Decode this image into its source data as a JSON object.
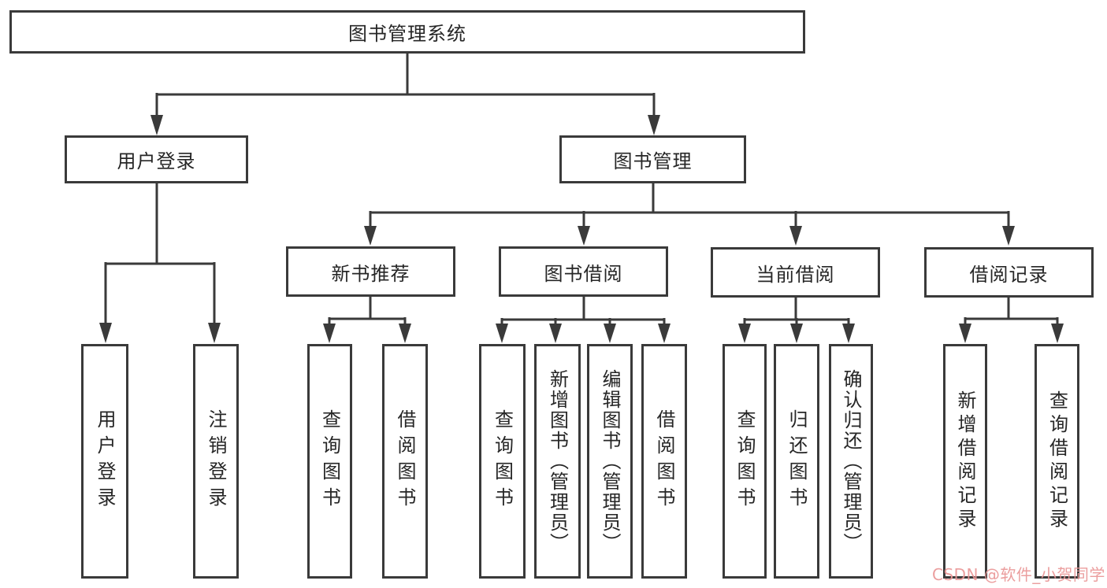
{
  "tree": {
    "root": {
      "label": "图书管理系统",
      "children": [
        {
          "label": "用户登录",
          "children": [
            {
              "label": "用户登录"
            },
            {
              "label": "注销登录"
            }
          ]
        },
        {
          "label": "图书管理",
          "children": [
            {
              "label": "新书推荐",
              "children": [
                {
                  "label": "查询图书"
                },
                {
                  "label": "借阅图书"
                }
              ]
            },
            {
              "label": "图书借阅",
              "children": [
                {
                  "label": "查询图书"
                },
                {
                  "label": "新增图书（管理员）"
                },
                {
                  "label": "编辑图书（管理员）"
                },
                {
                  "label": "借阅图书"
                }
              ]
            },
            {
              "label": "当前借阅",
              "children": [
                {
                  "label": "查询图书"
                },
                {
                  "label": "归还图书"
                },
                {
                  "label": "确认归还（管理员）"
                }
              ]
            },
            {
              "label": "借阅记录",
              "children": [
                {
                  "label": "新增借阅记录"
                },
                {
                  "label": "查询借阅记录"
                }
              ]
            }
          ]
        }
      ]
    }
  },
  "colors": {
    "line": "#3a3a3a",
    "text": "#262626",
    "watermark": "#e99696"
  },
  "watermark": {
    "text": "CSDN @软件_小贺同学"
  }
}
